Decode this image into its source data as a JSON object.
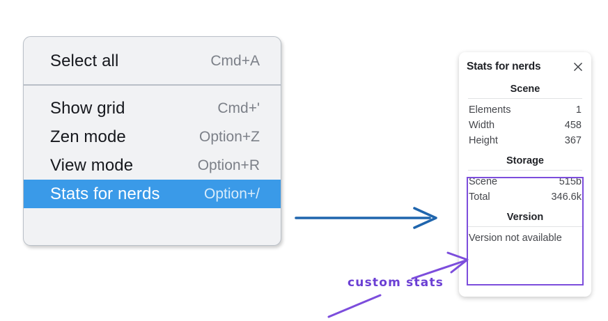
{
  "menu": {
    "groups": [
      {
        "items": [
          {
            "label": "Select all",
            "shortcut": "Cmd+A",
            "selected": false
          }
        ]
      },
      {
        "items": [
          {
            "label": "Show grid",
            "shortcut": "Cmd+'",
            "selected": false
          },
          {
            "label": "Zen mode",
            "shortcut": "Option+Z",
            "selected": false
          },
          {
            "label": "View mode",
            "shortcut": "Option+R",
            "selected": false
          },
          {
            "label": "Stats for nerds",
            "shortcut": "Option+/",
            "selected": true
          }
        ]
      }
    ],
    "items": [
      {
        "label": "Select all",
        "shortcut": "Cmd+A"
      },
      {
        "label": "Show grid",
        "shortcut": "Cmd+'"
      },
      {
        "label": "Zen mode",
        "shortcut": "Option+Z"
      },
      {
        "label": "View mode",
        "shortcut": "Option+R"
      },
      {
        "label": "Stats for nerds",
        "shortcut": "Option+/"
      }
    ],
    "highlight_color": "#3a9ae8"
  },
  "stats": {
    "title": "Stats for nerds",
    "close_icon": "close-icon",
    "sections": [
      {
        "heading": "Scene",
        "rows": [
          {
            "key": "Elements",
            "value": "1"
          },
          {
            "key": "Width",
            "value": "458"
          },
          {
            "key": "Height",
            "value": "367"
          }
        ]
      },
      {
        "heading": "Storage",
        "rows": [
          {
            "key": "Scene",
            "value": "515b"
          },
          {
            "key": "Total",
            "value": "346.6k"
          }
        ]
      },
      {
        "heading": "Version",
        "note": "Version not available",
        "rows": []
      }
    ]
  },
  "annotations": {
    "custom_stats_label": "custom stats",
    "blue_arrow_color": "#1f65ad",
    "purple_color": "#7c4ddc"
  }
}
